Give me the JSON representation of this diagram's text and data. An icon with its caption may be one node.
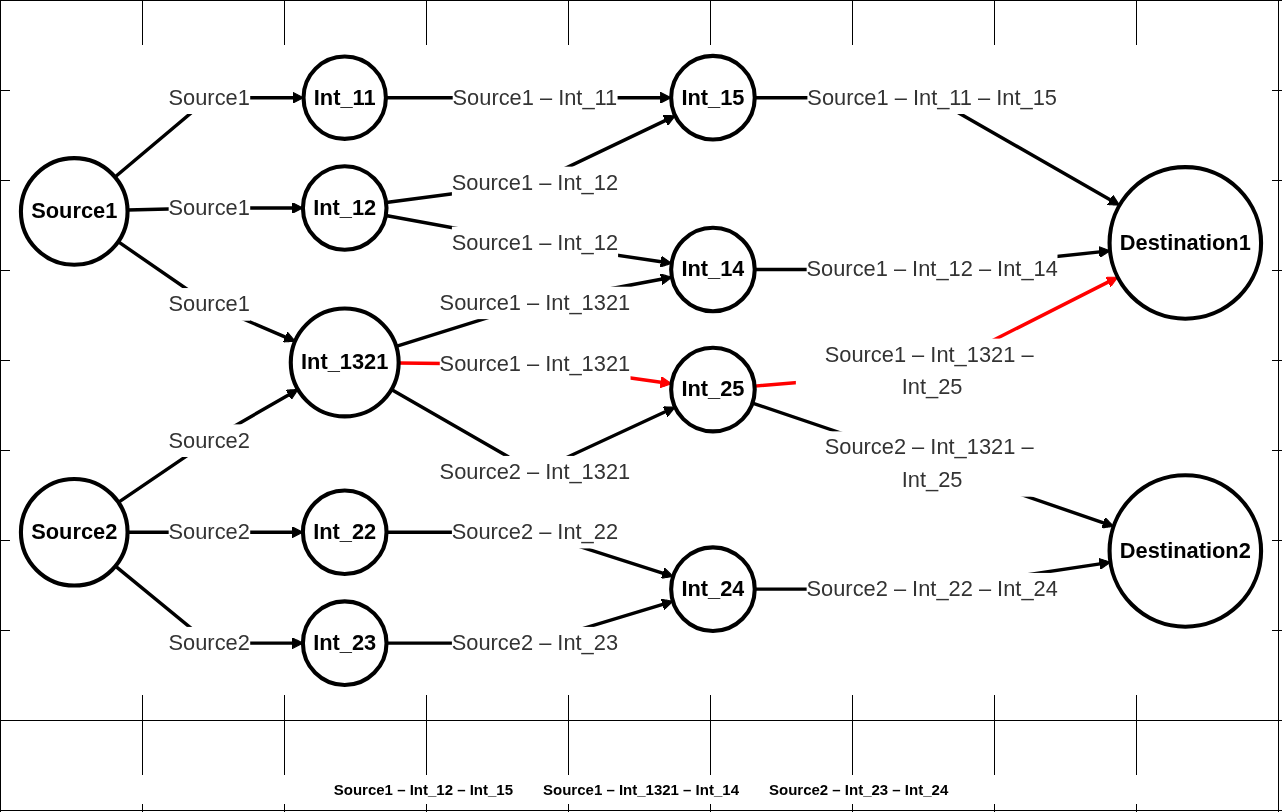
{
  "diagram": {
    "nodes": [
      {
        "text": [
          "Int_11"
        ]
      },
      {
        "text": [
          "Int_15"
        ]
      },
      {
        "text": [
          "Source1"
        ]
      },
      {
        "text": [
          "Int_12"
        ]
      },
      {
        "text": [
          "Destination1"
        ]
      },
      {
        "text": [
          "Int_14"
        ]
      },
      {
        "text": [
          "Int_1321"
        ]
      },
      {
        "text": [
          "Int_25"
        ]
      },
      {
        "text": [
          "Source2"
        ]
      },
      {
        "text": [
          "Destination2"
        ]
      },
      {
        "text": [
          "Int_22"
        ]
      },
      {
        "text": [
          "Int_24"
        ]
      },
      {
        "text": [
          "Int_23"
        ]
      }
    ],
    "edges": [
      {
        "from": 2,
        "to": 0,
        "arrow": "to",
        "label": "Source1"
      },
      {
        "from": 2,
        "to": 3,
        "arrow": "to",
        "label": "Source1"
      },
      {
        "from": 2,
        "to": 6,
        "arrow": "to",
        "label": "Source1"
      },
      {
        "from": 0,
        "to": 1,
        "arrow": "to",
        "label": "Source1 – Int_11"
      },
      {
        "from": 3,
        "to": 1,
        "arrow": "to",
        "label": "Source1 – Int_12"
      },
      {
        "from": 3,
        "to": 5,
        "arrow": "to",
        "label": "Source1 – Int_12"
      },
      {
        "from": 1,
        "to": 4,
        "arrow": "to",
        "label": "Source1 – Int_11 – Int_15"
      },
      {
        "from": 5,
        "to": 4,
        "arrow": "to",
        "label": "Source1 – Int_12 – Int_14"
      },
      {
        "from": 6,
        "to": 5,
        "arrow": "to",
        "label": "Source1 – Int_1321"
      },
      {
        "from": 6,
        "to": 7,
        "arrow": "to",
        "label": "Source1 – Int_1321",
        "color": "#ff0000"
      },
      {
        "from": 7,
        "to": 4,
        "arrow": "to",
        "label": "Source1 – Int_1321 – Int_25",
        "color": "#ff0000"
      },
      {
        "from": 6,
        "to": 7,
        "arrow": "to",
        "label": "Source2 – Int_1321"
      },
      {
        "from": 7,
        "to": 9,
        "arrow": "to",
        "label": "Source2 – Int_1321 – Int_25"
      },
      {
        "from": 8,
        "to": 6,
        "arrow": "to",
        "label": "Source2"
      },
      {
        "from": 8,
        "to": 10,
        "arrow": "to",
        "label": "Source2"
      },
      {
        "from": 8,
        "to": 12,
        "arrow": "to",
        "label": "Source2"
      },
      {
        "from": 10,
        "to": 11,
        "arrow": "to",
        "label": "Source2 – Int_22"
      },
      {
        "from": 12,
        "to": 11,
        "arrow": "to",
        "label": "Source2 – Int_23"
      },
      {
        "from": 11,
        "to": 9,
        "arrow": "to",
        "label": "Source2 – Int_22 – Int_24"
      }
    ],
    "labels": [
      "Source1 – Int_12 – Int_15",
      "Source1 – Int_1321 – Int_14",
      "Source2 – Int_23 – Int_24"
    ]
  }
}
